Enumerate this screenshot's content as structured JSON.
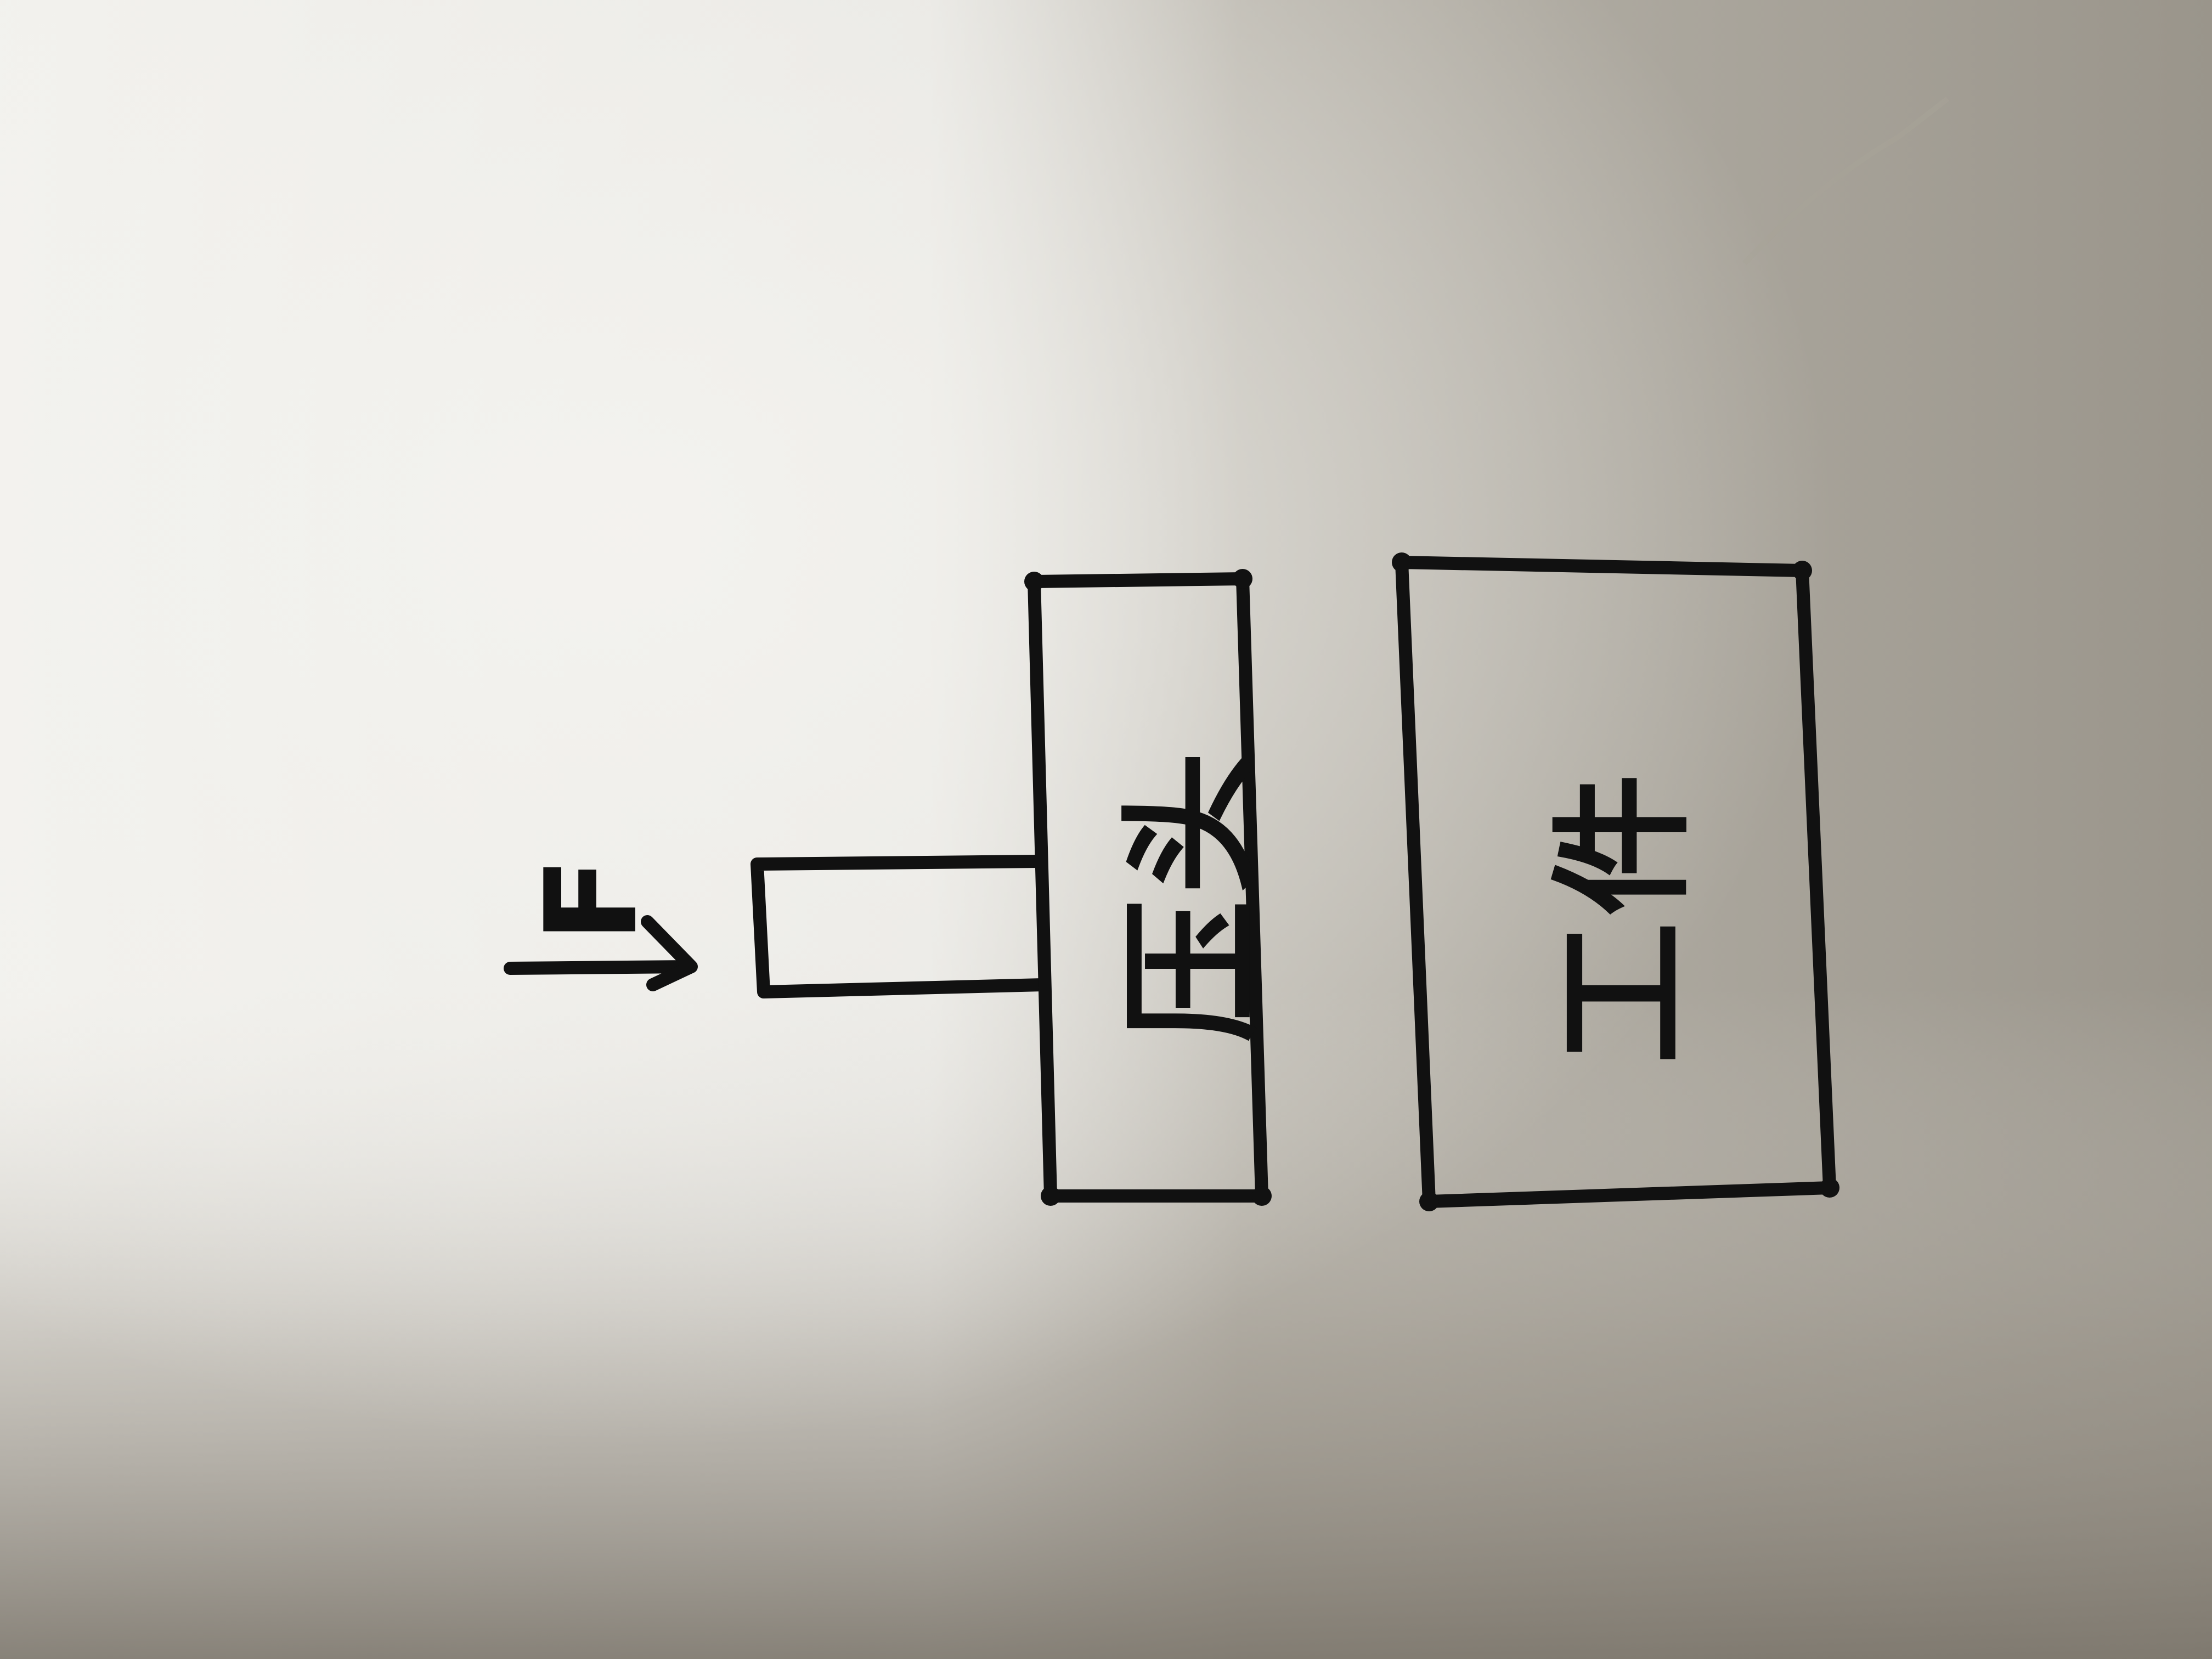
{
  "diagram": {
    "force_label": "F",
    "press_head_label": "压头",
    "workpiece_label": "工件"
  },
  "colors": {
    "ink": "#111111",
    "paper_light": "#f1f0ec",
    "paper_shadow": "#8f8a80"
  },
  "icons": {
    "force_arrow": "arrow-right-icon"
  }
}
